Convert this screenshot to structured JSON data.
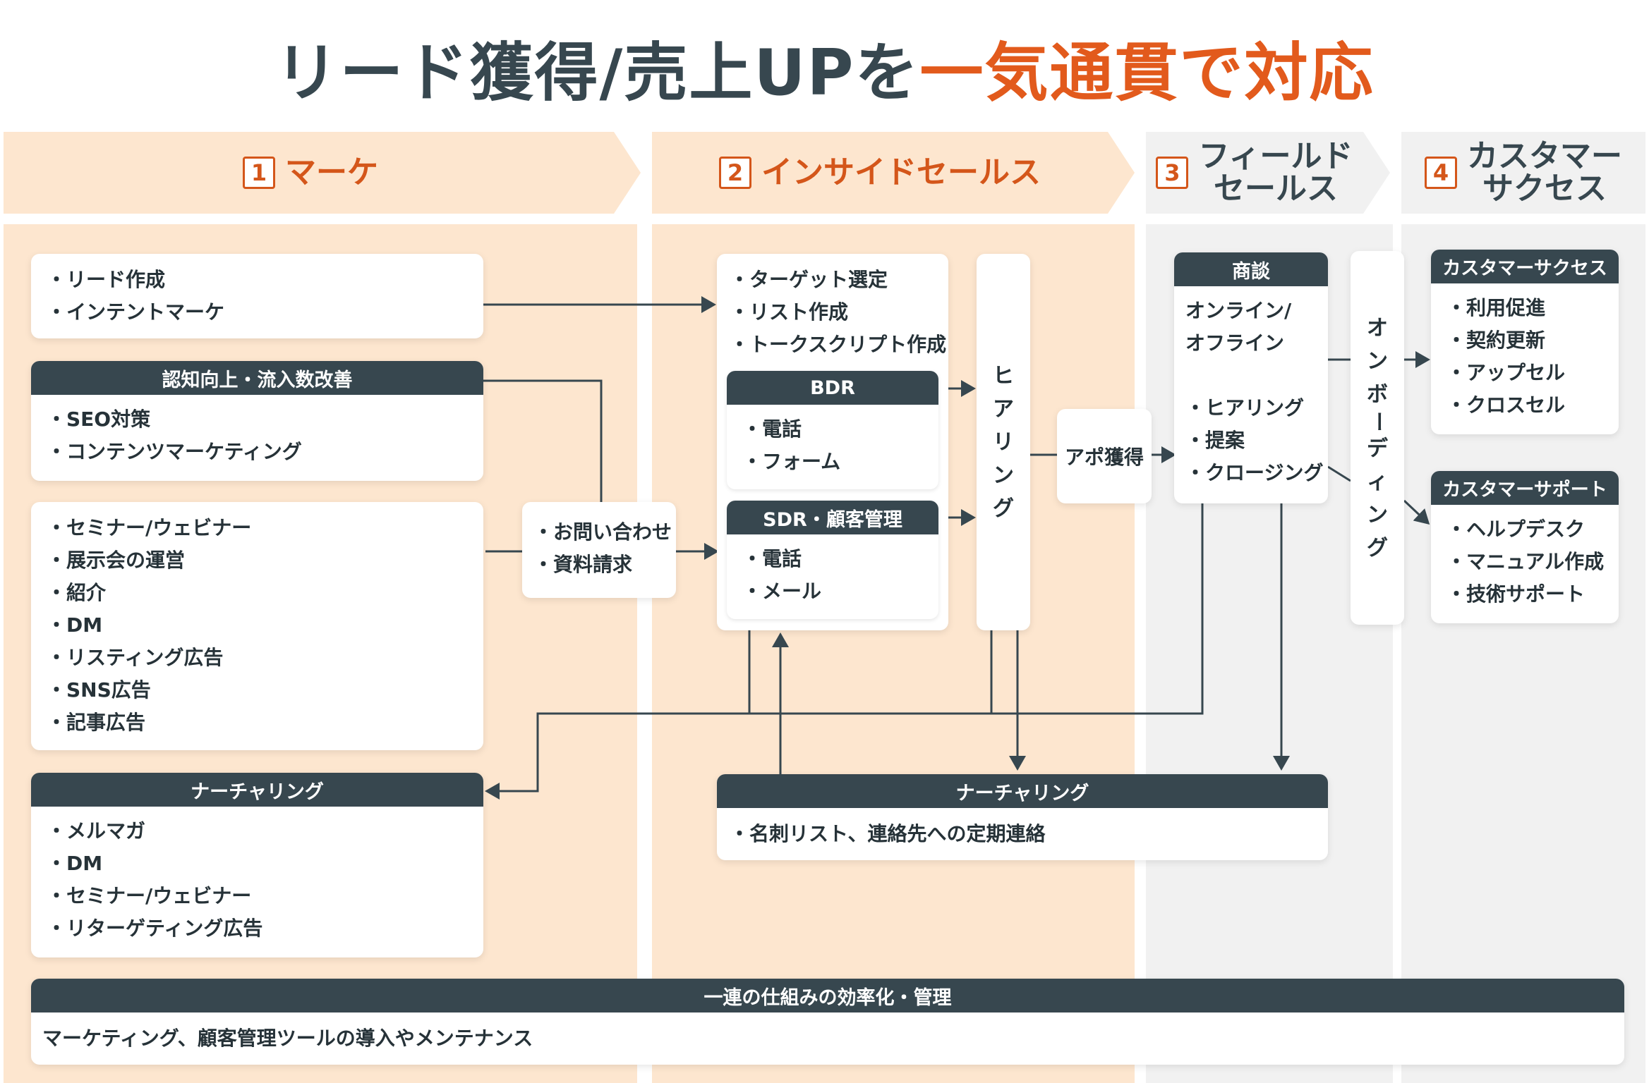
{
  "title": {
    "main": "リード獲得/売上UPを",
    "accent": "一気通貫で対応"
  },
  "colors": {
    "accent": "#e25a1c",
    "dark": "#37474f",
    "peach": "#fde6cf",
    "gray": "#f2f2f2"
  },
  "phases": [
    {
      "num": "1",
      "label": "マーケ"
    },
    {
      "num": "2",
      "label": "インサイドセールス"
    },
    {
      "num": "3",
      "label_line1": "フィールド",
      "label_line2": "セールス"
    },
    {
      "num": "4",
      "label_line1": "カスタマー",
      "label_line2": "サクセス"
    }
  ],
  "marketing": {
    "lead_card": {
      "items": [
        "リード作成",
        "インテントマーケ"
      ]
    },
    "awareness": {
      "heading": "認知向上・流入数改善",
      "items": [
        "SEO対策",
        "コンテンツマーケティング"
      ]
    },
    "events": {
      "items": [
        "セミナー/ウェビナー",
        "展示会の運営",
        "紹介",
        "DM",
        "リスティング広告",
        "SNS広告",
        "記事広告"
      ]
    },
    "inquiry": {
      "items": [
        "お問い合わせ",
        "資料請求"
      ]
    },
    "nurturing": {
      "heading": "ナーチャリング",
      "items": [
        "メルマガ",
        "DM",
        "セミナー/ウェビナー",
        "リターゲティング広告"
      ]
    }
  },
  "inside_sales": {
    "prep": {
      "items": [
        "ターゲット選定",
        "リスト作成",
        "トークスクリプト作成"
      ]
    },
    "bdr": {
      "heading": "BDR",
      "items": [
        "電話",
        "フォーム"
      ]
    },
    "sdr": {
      "heading": "SDR・顧客管理",
      "items": [
        "電話",
        "メール"
      ]
    },
    "hearing": {
      "chars": [
        "ヒ",
        "ア",
        "リ",
        "ン",
        "グ"
      ]
    },
    "appointment": {
      "label": "アポ獲得"
    },
    "nurturing": {
      "heading": "ナーチャリング",
      "items": [
        "名刺リスト、連絡先への定期連絡"
      ]
    }
  },
  "field_sales": {
    "meeting": {
      "heading": "商談",
      "line1": "オンライン/",
      "line2": "オフライン",
      "items": [
        "ヒアリング",
        "提案",
        "クロージング"
      ]
    },
    "onboarding": {
      "chars": [
        "オ",
        "ン",
        "ボ",
        "ー",
        "デ",
        "ィ",
        "ン",
        "グ"
      ]
    }
  },
  "customer_success": {
    "success": {
      "heading": "カスタマーサクセス",
      "items": [
        "利用促進",
        "契約更新",
        "アップセル",
        "クロスセル"
      ]
    },
    "support": {
      "heading": "カスタマーサポート",
      "items": [
        "ヘルプデスク",
        "マニュアル作成",
        "技術サポート"
      ]
    }
  },
  "footer": {
    "heading": "一連の仕組みの効率化・管理",
    "text": "マーケティング、顧客管理ツールの導入やメンテナンス"
  }
}
